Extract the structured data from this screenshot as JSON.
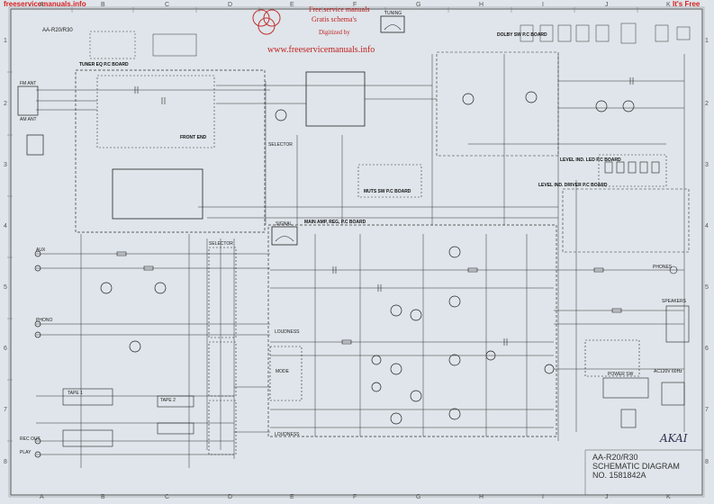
{
  "header": {
    "left_link": "freeservicemanuals.info",
    "right_link": "It's Free"
  },
  "watermark": {
    "line1": "Free service manuals",
    "line2": "Gratis schema's",
    "line3": "Digitized by",
    "url": "www.freeservicemanuals.info"
  },
  "grid": {
    "columns": [
      "A",
      "B",
      "C",
      "D",
      "E",
      "F",
      "G",
      "H",
      "I",
      "J",
      "K"
    ],
    "rows": [
      "1",
      "2",
      "3",
      "4",
      "5",
      "6",
      "7",
      "8"
    ]
  },
  "model_label": "AA-R20/R30",
  "boards": {
    "tuner": "TUNER EQ P.C BOARD",
    "dolby": "DOLBY SW P.C BOARD",
    "main_amp": "MAIN AMP, REG, P.C BOARD",
    "level_led": "LEVEL IND. LED P.C BOARD",
    "level_driver": "LEVEL IND. DRIVER P.C BOARD",
    "muts": "MUTS SW P.C BOARD",
    "front_end": "FRONT END"
  },
  "labels": {
    "tuning": "TUNING",
    "signal": "SIGNAL",
    "selector": "SELECTOR",
    "aux": "AUX",
    "phono": "PHONO",
    "tape1": "TAPE 1",
    "tape2": "TAPE 2",
    "rec_out": "REC OUT",
    "play": "PLAY",
    "phones": "PHONES",
    "speakers": "SPEAKERS",
    "power_sw": "POWER SW",
    "ac": "AC120V 60Hz",
    "am_ant": "AM ANT",
    "fm_ant": "FM ANT",
    "loudness": "LOUDNESS",
    "mode": "MODE"
  },
  "title_block": {
    "model": "AA-R20/R30",
    "title": "SCHEMATIC DIAGRAM",
    "number": "NO. 1581842A"
  },
  "brand": "AKAI"
}
